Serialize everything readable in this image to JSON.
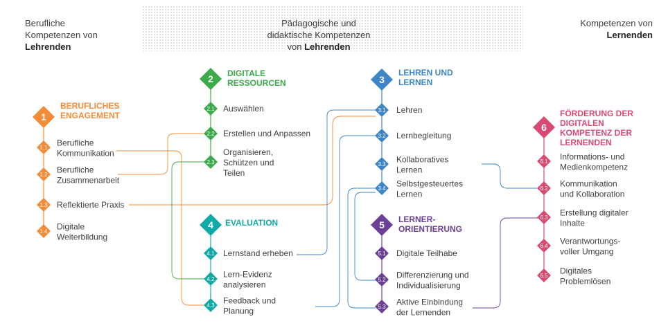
{
  "headers": {
    "left": {
      "line1": "Berufliche",
      "line2": "Kompetenzen von",
      "bold": "Lehrenden"
    },
    "center": {
      "line1": "Pädagogische und",
      "line2": "didaktische Kompetenzen",
      "line3": "von",
      "bold": "Lehrenden"
    },
    "right": {
      "line1": "Kompetenzen von",
      "bold": "Lernenden"
    }
  },
  "colors": {
    "orange": "#f28c38",
    "green": "#3aaa4a",
    "blue": "#3d85c6",
    "teal": "#11a9a5",
    "purple": "#6b3f96",
    "pink": "#d94a73",
    "text": "#404040"
  },
  "areas": [
    {
      "id": "a1",
      "number": "1",
      "title": [
        "BERUFLICHES",
        "ENGAGEMENT"
      ],
      "color": "#f28c38",
      "items": [
        {
          "num": "1.1",
          "label": [
            "Berufliche",
            "Kommunikation"
          ]
        },
        {
          "num": "1.2",
          "label": [
            "Berufliche",
            "Zusammenarbeit"
          ]
        },
        {
          "num": "1.3",
          "label": [
            "Reflektierte Praxis"
          ]
        },
        {
          "num": "1.4",
          "label": [
            "Digitale",
            "Weiterbildung"
          ]
        }
      ]
    },
    {
      "id": "a2",
      "number": "2",
      "title": [
        "DIGITALE",
        "RESSOURCEN"
      ],
      "color": "#3aaa4a",
      "items": [
        {
          "num": "2.1",
          "label": [
            "Auswählen"
          ]
        },
        {
          "num": "2.2",
          "label": [
            "Erstellen und Anpassen"
          ]
        },
        {
          "num": "2.3",
          "label": [
            "Organisieren,",
            "Schützen und",
            "Teilen"
          ]
        }
      ]
    },
    {
      "id": "a3",
      "number": "3",
      "title": [
        "LEHREN UND",
        "LERNEN"
      ],
      "color": "#3d85c6",
      "items": [
        {
          "num": "3.1",
          "label": [
            "Lehren"
          ]
        },
        {
          "num": "3.2",
          "label": [
            "Lernbegleitung"
          ]
        },
        {
          "num": "3.3",
          "label": [
            "Kollaboratives",
            "Lernen"
          ]
        },
        {
          "num": "3.4",
          "label": [
            "Selbstgesteuertes",
            "Lernen"
          ]
        }
      ]
    },
    {
      "id": "a4",
      "number": "4",
      "title": [
        "EVALUATION"
      ],
      "color": "#11a9a5",
      "items": [
        {
          "num": "4.1",
          "label": [
            "Lernstand erheben"
          ]
        },
        {
          "num": "4.2",
          "label": [
            "Lern-Evidenz",
            "analysieren"
          ]
        },
        {
          "num": "4.3",
          "label": [
            "Feedback und",
            "Planung"
          ]
        }
      ]
    },
    {
      "id": "a5",
      "number": "5",
      "title": [
        "LERNER-",
        "ORIENTIERUNG"
      ],
      "color": "#6b3f96",
      "items": [
        {
          "num": "5.1",
          "label": [
            "Digitale Teilhabe"
          ]
        },
        {
          "num": "5.2",
          "label": [
            "Differenzierung und",
            "Individualisierung"
          ]
        },
        {
          "num": "5.3",
          "label": [
            "Aktive Einbindung",
            "der Lernenden"
          ]
        }
      ]
    },
    {
      "id": "a6",
      "number": "6",
      "title": [
        "FÖRDERUNG DER",
        "DIGITALEN",
        "KOMPETENZ DER",
        "LERNENDEN"
      ],
      "color": "#d94a73",
      "items": [
        {
          "num": "6.1",
          "label": [
            "Informations-  und",
            "Medienkompetenz"
          ]
        },
        {
          "num": "6.2",
          "label": [
            "Kommunikation",
            "und Kollaboration"
          ]
        },
        {
          "num": "6.3",
          "label": [
            "Erstellung digitaler",
            "Inhalte"
          ]
        },
        {
          "num": "6.4",
          "label": [
            "Verantwortungs-",
            "voller Umgang"
          ]
        },
        {
          "num": "6.5",
          "label": [
            "Digitales",
            "Problemlösen"
          ]
        }
      ]
    }
  ]
}
